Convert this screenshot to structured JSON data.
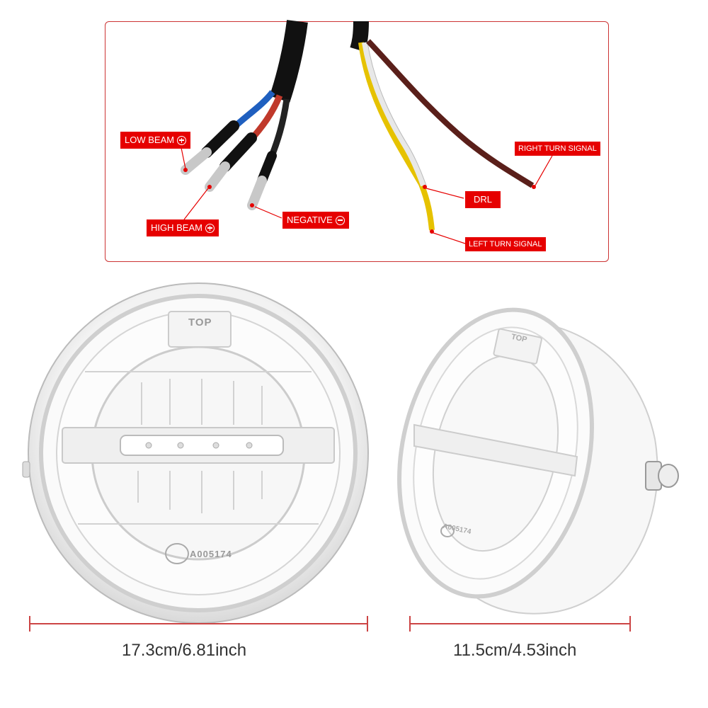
{
  "wiring": {
    "labels": {
      "low_beam": "LOW BEAM",
      "high_beam": "HIGH BEAM",
      "negative": "NEGATIVE",
      "right_turn": "RIGHT TURN SIGNAL",
      "drl": "DRL",
      "left_turn": "LEFT TURN SIGNAL"
    },
    "label_color": "#e60000"
  },
  "headlight": {
    "top_mark": "TOP",
    "cert_code": "A005174",
    "side_top_mark": "TOP",
    "side_cert_code": "A005174"
  },
  "dimensions": {
    "front_width": "17.3cm/6.81inch",
    "side_depth": "11.5cm/4.53inch"
  }
}
